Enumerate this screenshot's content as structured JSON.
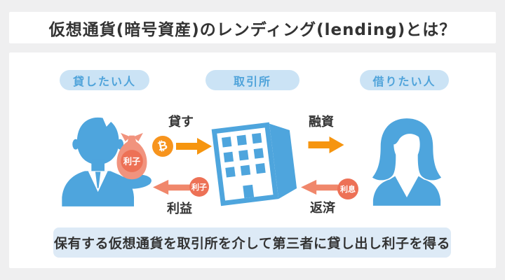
{
  "title": "仮想通貨(暗号資産)のレンディング(lending)とは？",
  "actors": {
    "lender": "貸したい人",
    "exchange": "取引所",
    "borrower": "借りたい人"
  },
  "flows": {
    "lend_label": "貸す",
    "finance_label": "融資",
    "profit_label": "利益",
    "repay_label": "返済",
    "profit_badge": "利子",
    "repay_badge": "利息"
  },
  "money_bag_label": "利子",
  "bitcoin_symbol": "₿",
  "summary": "保有する仮想通貨を取引所を介して第三者に貸し出し利子を得る",
  "colors": {
    "figure_blue": "#4EA5DD",
    "pill_bg": "#CBE3F5",
    "pill_text": "#4FA3DA",
    "arrow_orange": "#F6950F",
    "bitcoin_orange": "#F7941D",
    "arrow_salmon": "#F0876B",
    "badge_salmon": "#ED7156",
    "money_bag_salmon": "#F1937E",
    "summary_bg": "#DDEAF6",
    "text_dark": "#333333",
    "page_bg": "#EFEFF0",
    "panel_bg": "#FFFFFF"
  }
}
